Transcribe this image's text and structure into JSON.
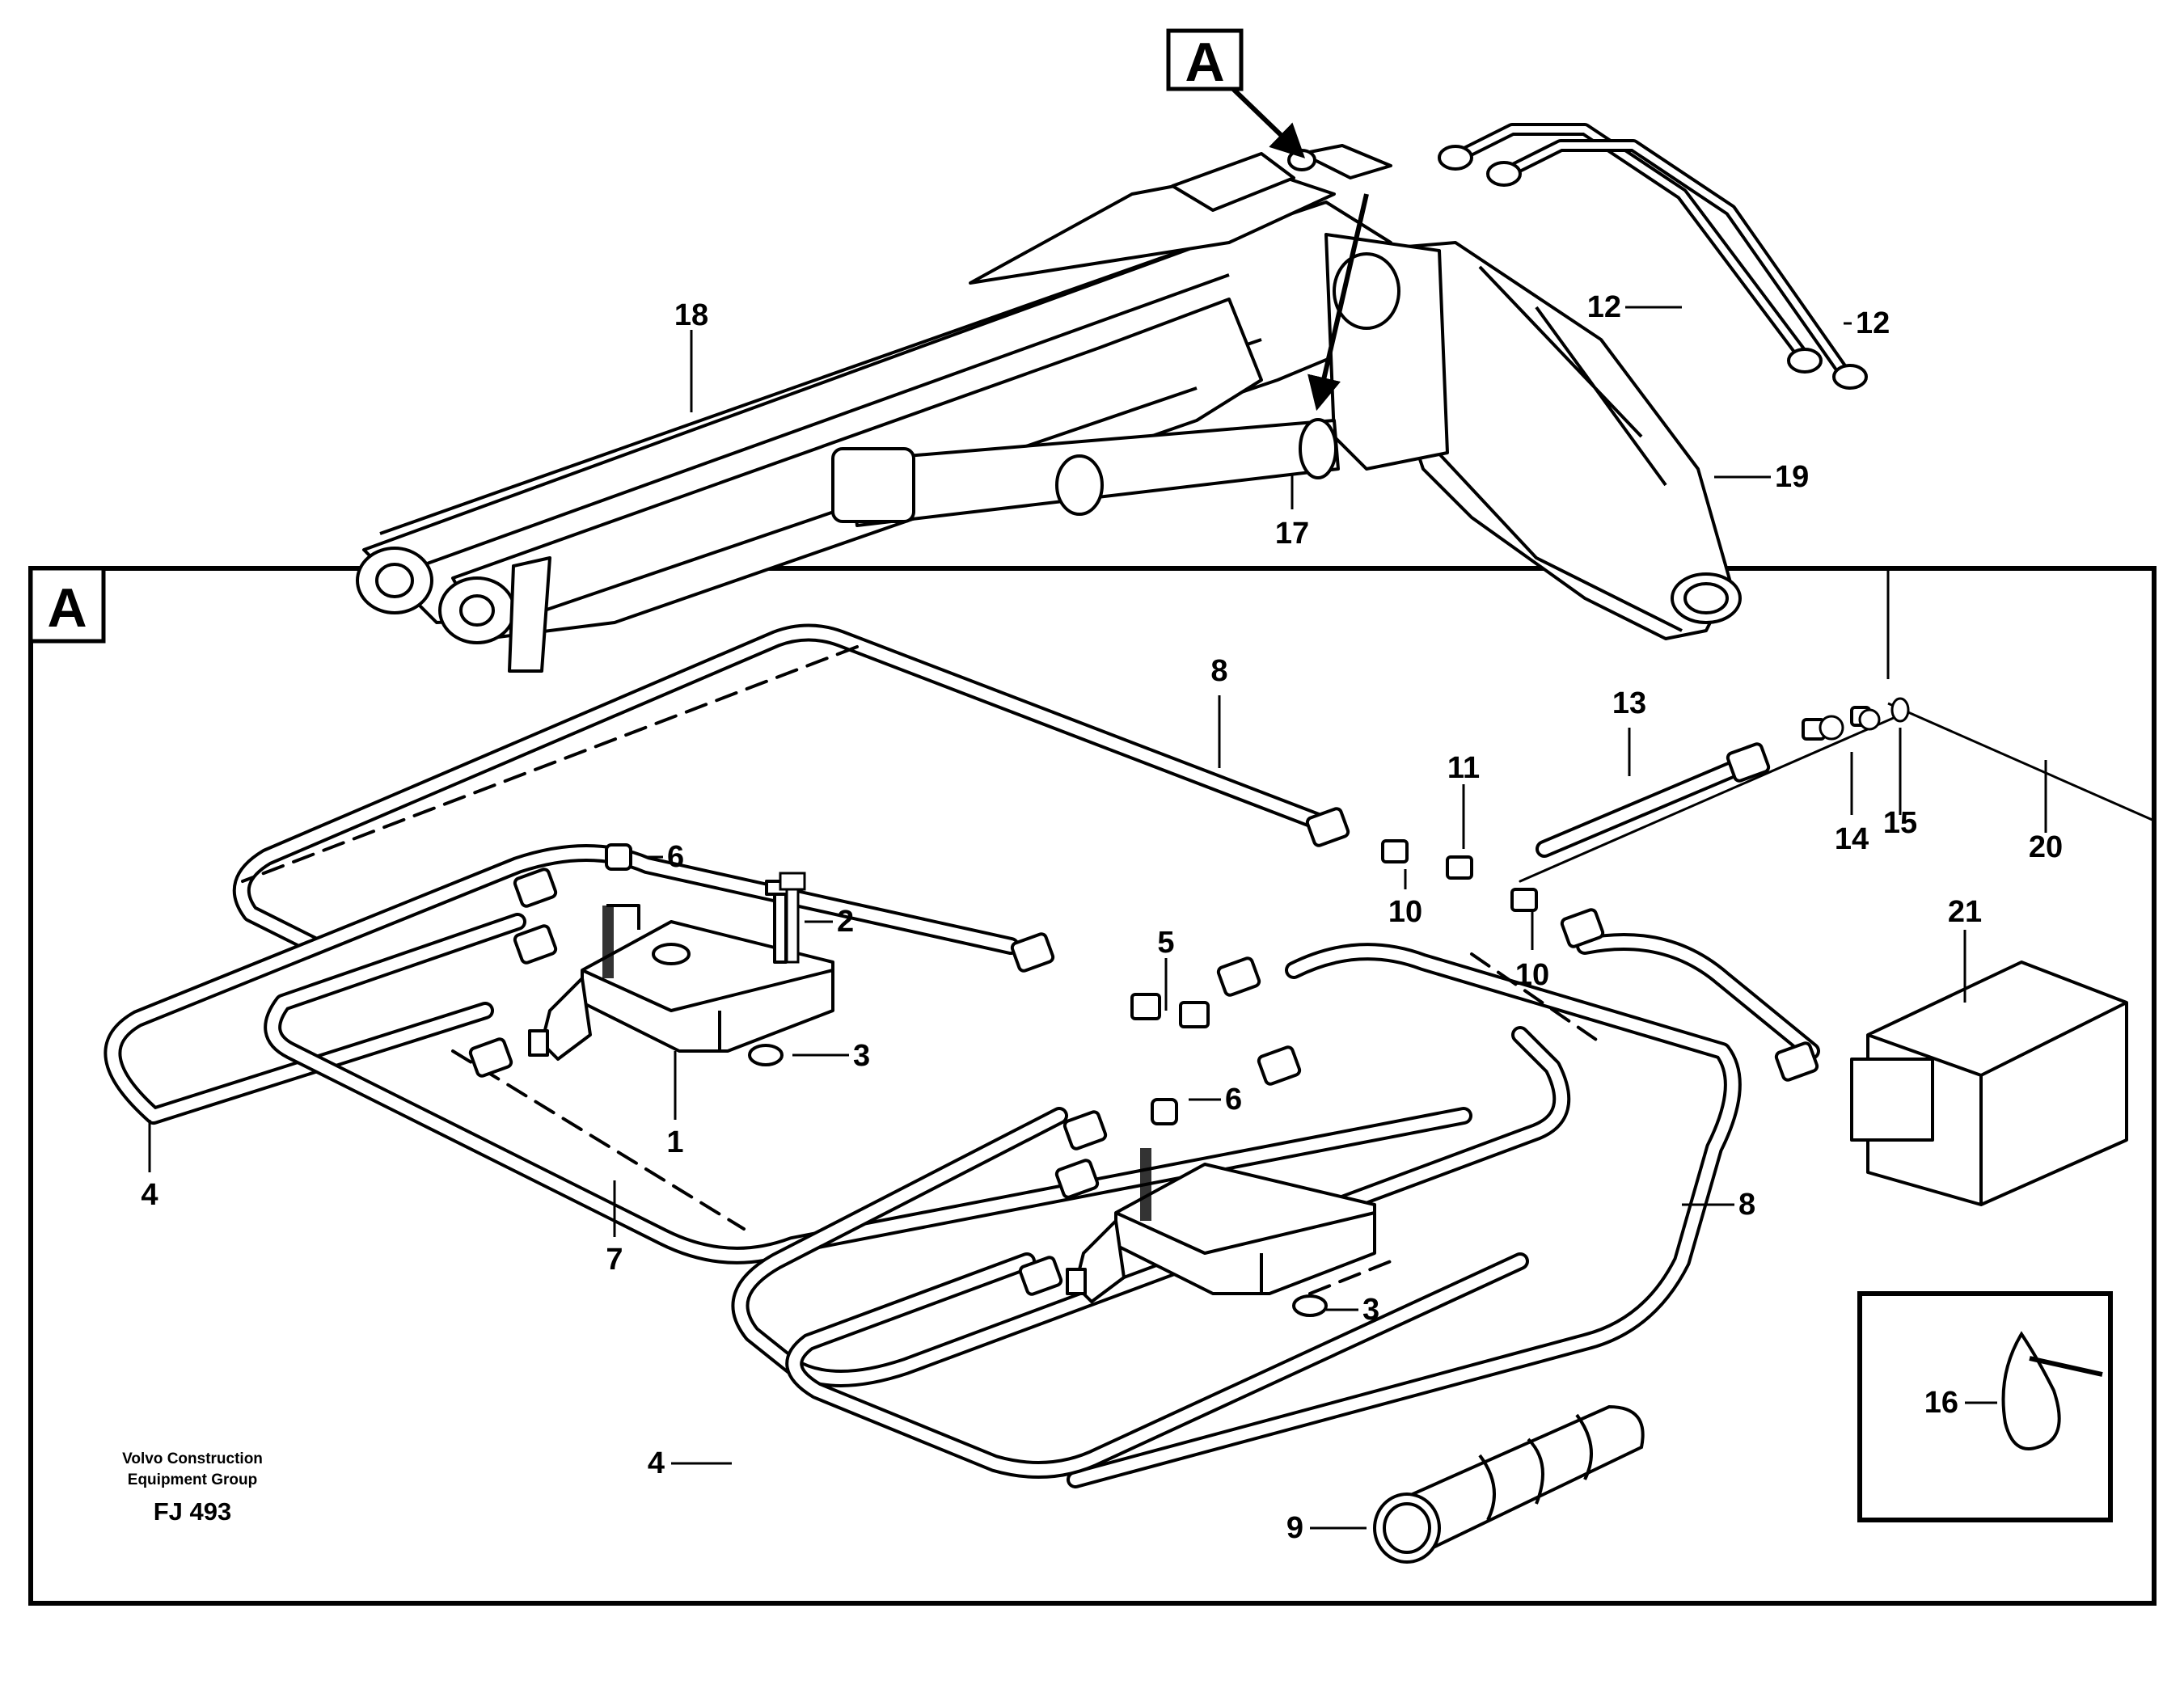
{
  "view_marker": {
    "letter": "A"
  },
  "detail_frame": {
    "letter": "A"
  },
  "callouts": {
    "p1": "1",
    "p2": "2",
    "p3a": "3",
    "p3b": "3",
    "p4a": "4",
    "p4b": "4",
    "p5": "5",
    "p6a": "6",
    "p6b": "6",
    "p7": "7",
    "p8a": "8",
    "p8b": "8",
    "p9": "9",
    "p10a": "10",
    "p10b": "10",
    "p11": "11",
    "p12a": "12",
    "p12b": "12",
    "p13": "13",
    "p14": "14",
    "p15": "15",
    "p16": "16",
    "p17": "17",
    "p18": "18",
    "p19": "19",
    "p20": "20",
    "p21": "21"
  },
  "credit": {
    "line1": "Volvo Construction",
    "line2": "Equipment Group",
    "code": "FJ 493"
  },
  "colors": {
    "ink": "#000000",
    "paper": "#ffffff"
  }
}
